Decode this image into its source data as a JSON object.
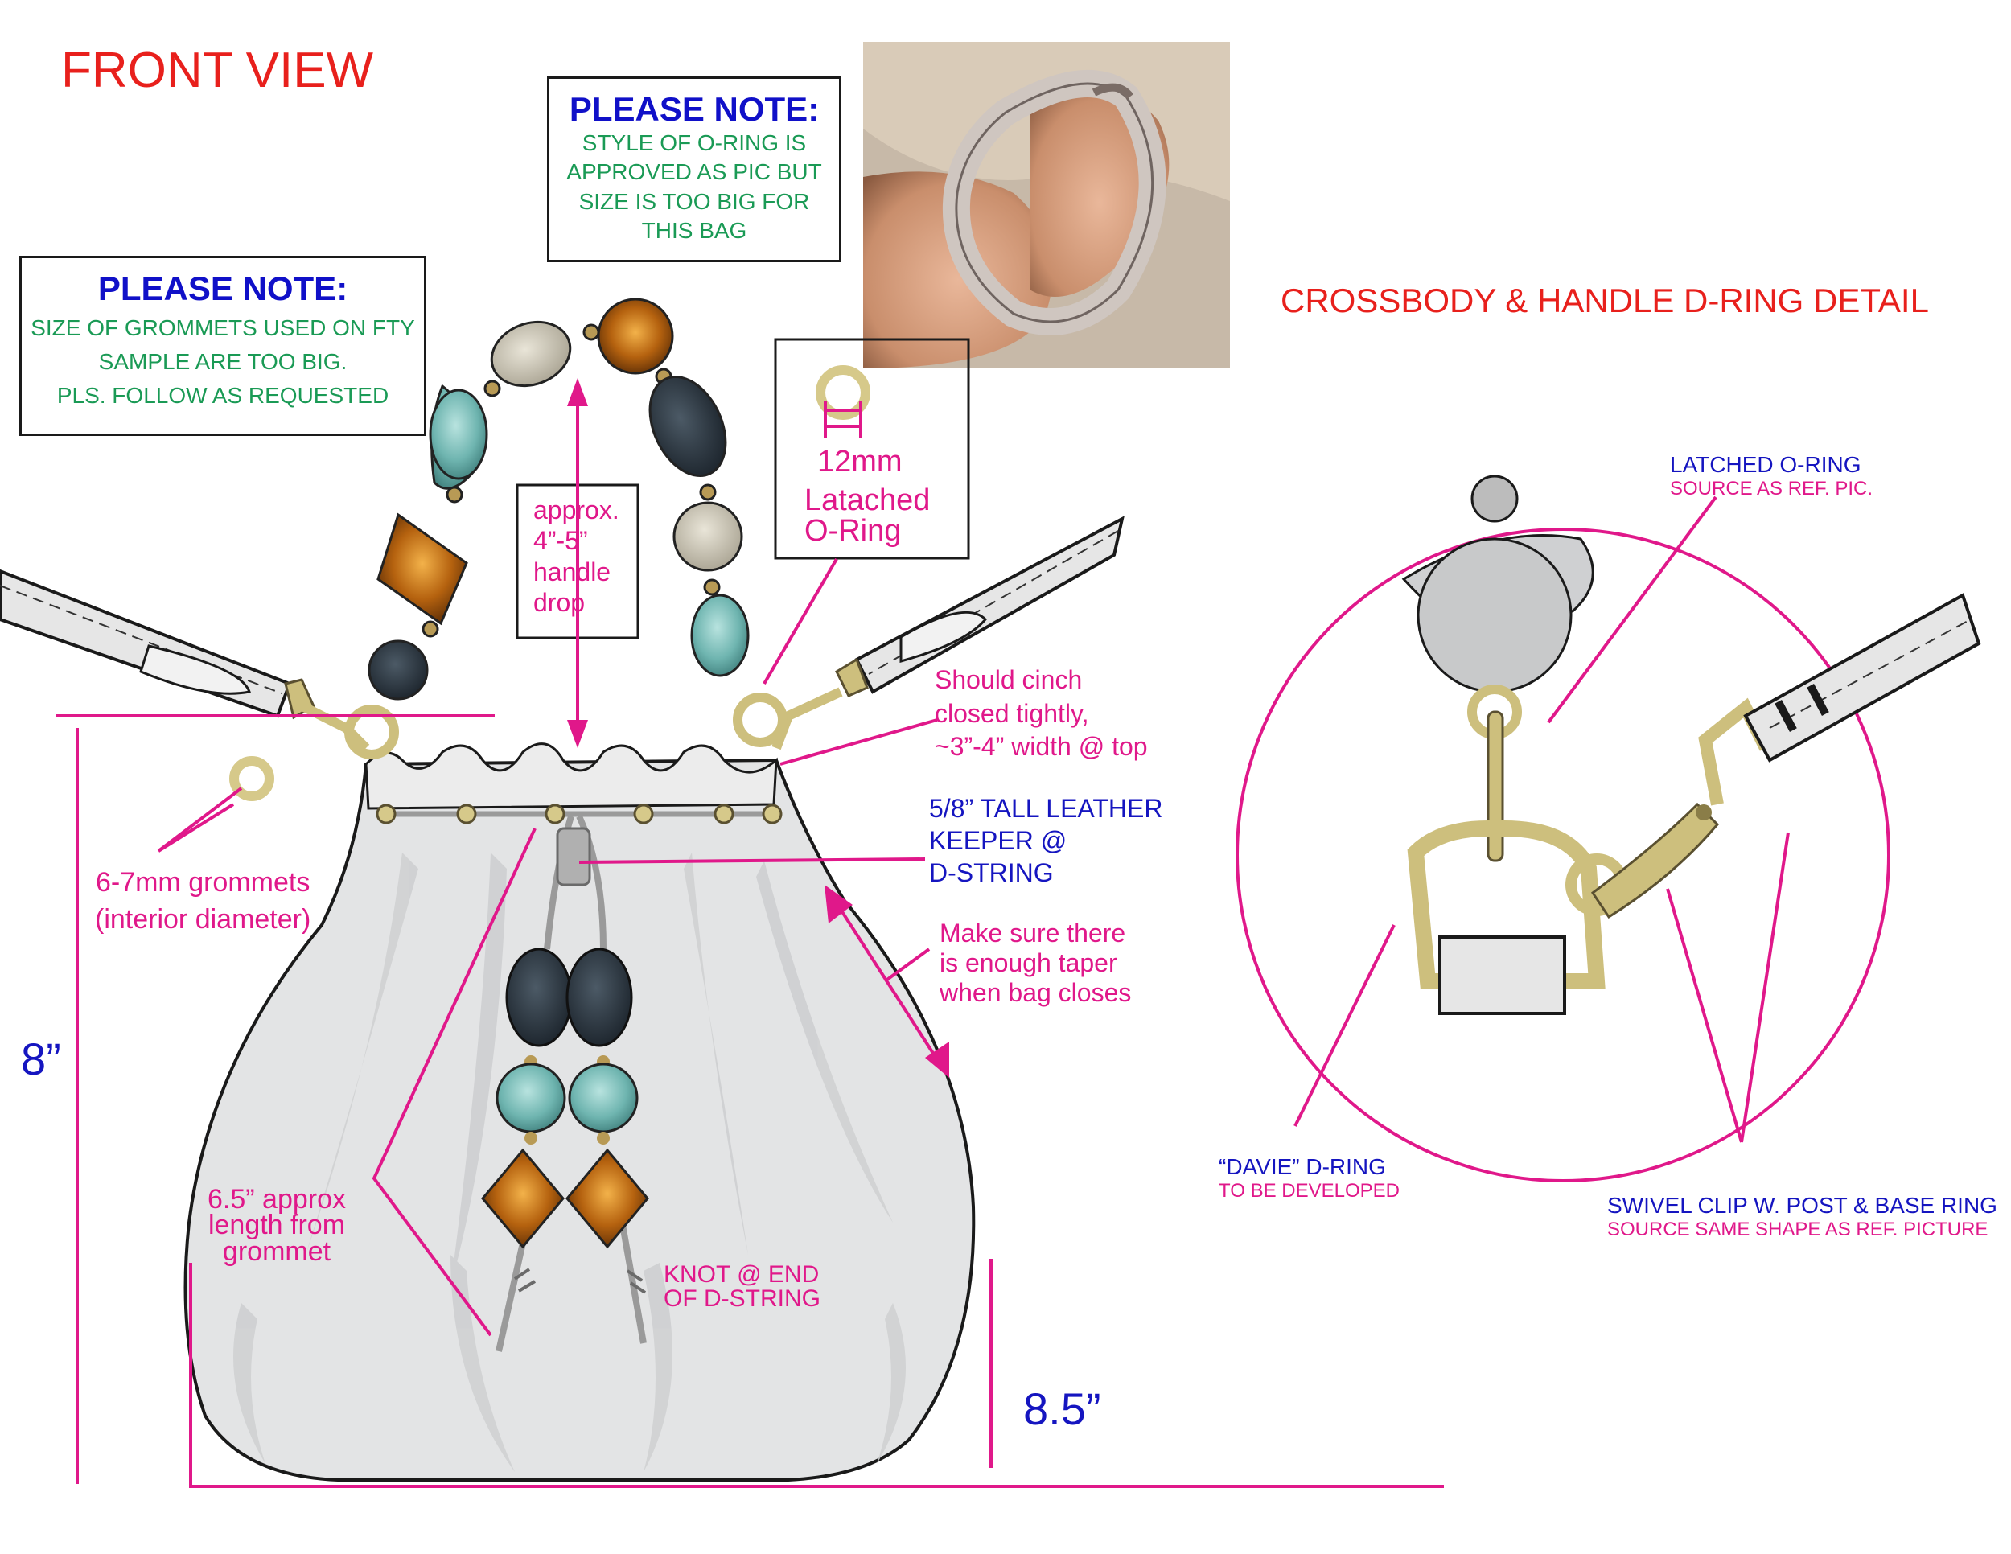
{
  "title": "FRONT VIEW",
  "note_grommets": {
    "heading": "PLEASE NOTE:",
    "lines": [
      "SIZE OF GROMMETS USED ON FTY",
      "SAMPLE ARE TOO BIG.",
      "PLS. FOLLOW AS REQUESTED"
    ]
  },
  "note_oring": {
    "heading": "PLEASE NOTE:",
    "lines": [
      "STYLE OF O-RING IS",
      "APPROVED AS PIC BUT",
      "SIZE IS TOO BIG FOR",
      "THIS BAG"
    ]
  },
  "handle_drop": {
    "lines": [
      "approx.",
      "4”-5”",
      "handle",
      "drop"
    ]
  },
  "oring_spec": {
    "size": "12mm",
    "lines": [
      "Latached",
      "O-Ring"
    ]
  },
  "cinch_note": {
    "lines": [
      "Should cinch",
      "closed tightly,",
      "~3”-4” width @ top"
    ]
  },
  "keeper_note": {
    "lines": [
      "5/8” TALL LEATHER",
      "KEEPER @",
      "D-STRING"
    ]
  },
  "taper_note": {
    "lines": [
      "Make sure there",
      "is enough taper",
      "when bag closes"
    ]
  },
  "grommet_note": {
    "lines": [
      "6-7mm grommets",
      "(interior diameter)"
    ]
  },
  "length_note": {
    "lines": [
      "6.5” approx",
      "length from",
      "grommet"
    ]
  },
  "knot_note": {
    "lines": [
      "KNOT @ END",
      "OF D-STRING"
    ]
  },
  "dim_height": "8”",
  "dim_width": "8.5”",
  "detail_title": "CROSSBODY & HANDLE D-RING DETAIL",
  "latched_oring": {
    "label": "LATCHED O-RING",
    "sub": "SOURCE AS REF. PIC."
  },
  "davie_dring": {
    "label": "“DAVIE” D-RING",
    "sub": "TO BE DEVELOPED"
  },
  "swivel_clip": {
    "label": "SWIVEL CLIP W. POST & BASE RING",
    "sub": "SOURCE SAME SHAPE AS REF. PICTURE"
  },
  "colors": {
    "magenta": "#e0188a",
    "blue": "#1515c0",
    "red": "#e8201c",
    "green": "#1a9a55",
    "gold": "#cdbf7d",
    "bag": "#e3e4e5"
  }
}
